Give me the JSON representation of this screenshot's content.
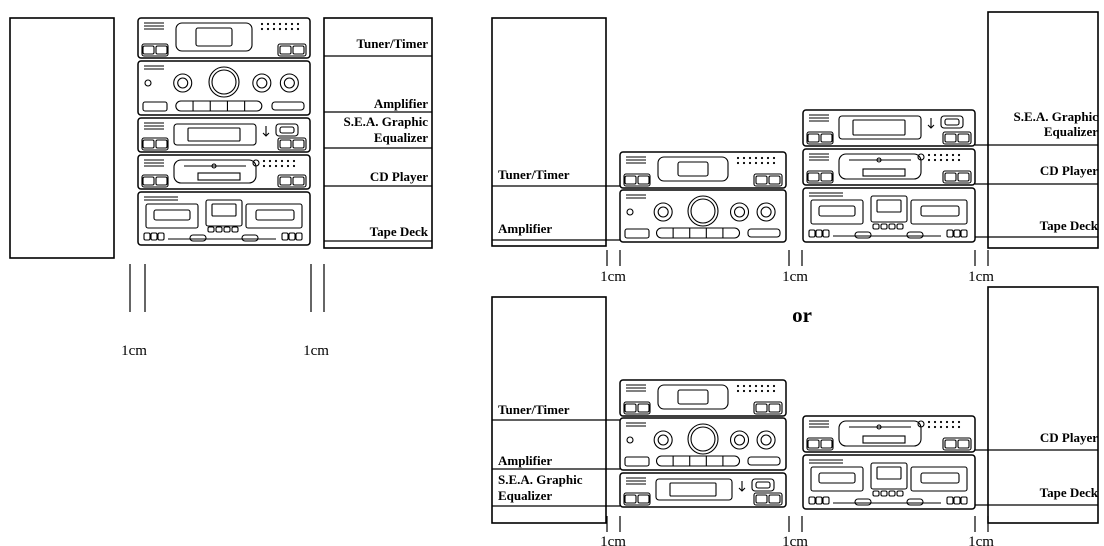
{
  "labels": {
    "tuner": "Tuner/Timer",
    "amplifier": "Amplifier",
    "equalizer_line1": "S.E.A. Graphic",
    "equalizer_line2": "Equalizer",
    "cd_player": "CD Player",
    "tape_deck": "Tape Deck"
  },
  "spacing": "1cm",
  "separator": "or"
}
